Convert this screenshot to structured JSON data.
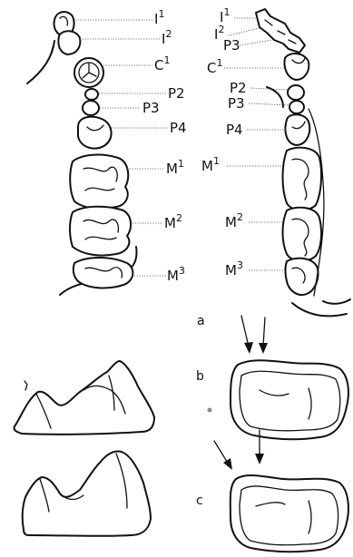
{
  "left_labels": [
    {
      "base": "I",
      "sup": "1"
    },
    {
      "base": "I",
      "sup": "2"
    },
    {
      "base": "C",
      "sup": "1"
    },
    {
      "base": "P2",
      "sup": ""
    },
    {
      "base": "P3",
      "sup": ""
    },
    {
      "base": "P4",
      "sup": ""
    },
    {
      "base": "M",
      "sup": "1"
    },
    {
      "base": "M",
      "sup": "2"
    },
    {
      "base": "M",
      "sup": "3"
    }
  ],
  "right_labels": [
    {
      "base": "I",
      "sup": "1"
    },
    {
      "base": "I",
      "sup": "2"
    },
    {
      "base": "P3",
      "sup": ""
    },
    {
      "base": "C",
      "sup": "1"
    },
    {
      "base": "P2",
      "sup": ""
    },
    {
      "base": "P3",
      "sup": ""
    },
    {
      "base": "P4",
      "sup": ""
    },
    {
      "base": "M",
      "sup": "1"
    },
    {
      "base": "M",
      "sup": "2"
    },
    {
      "base": "M",
      "sup": "3"
    }
  ],
  "panel_labels": {
    "a": "a",
    "b": "b",
    "c": "c"
  }
}
